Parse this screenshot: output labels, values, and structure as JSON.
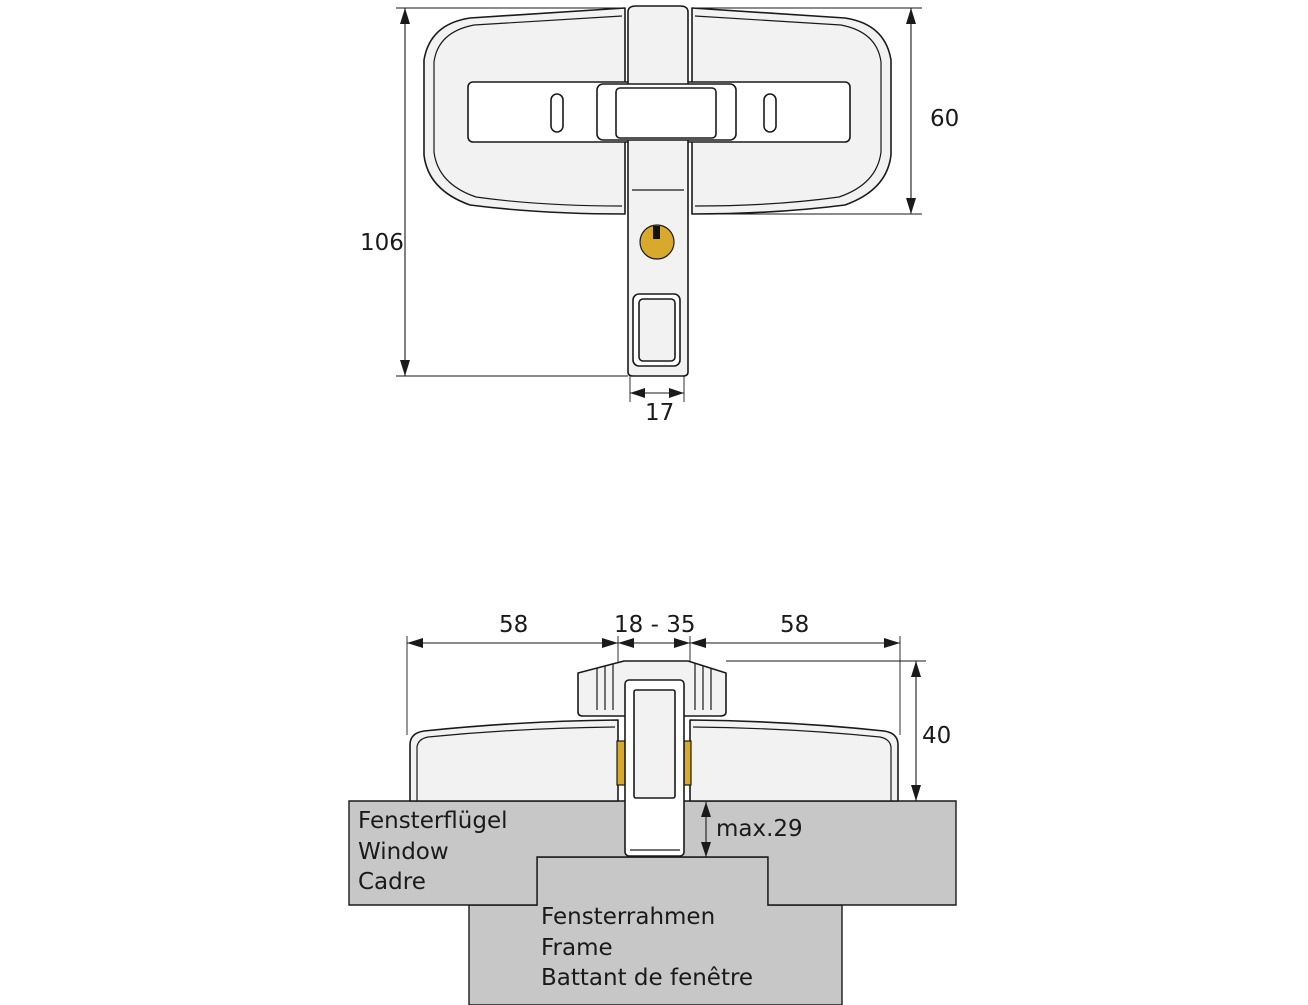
{
  "dimensions": {
    "top_width": "60",
    "top_height": "106",
    "top_stem_width": "17",
    "left_extent": "58",
    "gap_range": "18 - 35",
    "right_extent": "58",
    "side_height": "40",
    "max_depth": "max.29"
  },
  "labels": {
    "sash": [
      "Fensterflügel",
      "Window",
      "Cadre"
    ],
    "frame": [
      "Fensterrahmen",
      "Frame",
      "Battant de fenêtre"
    ]
  },
  "colors": {
    "outline": "#1a1a1a",
    "body_fill": "#f2f2f2",
    "wood_fill": "#c7c7c7",
    "cylinder": "#d9a92b"
  }
}
